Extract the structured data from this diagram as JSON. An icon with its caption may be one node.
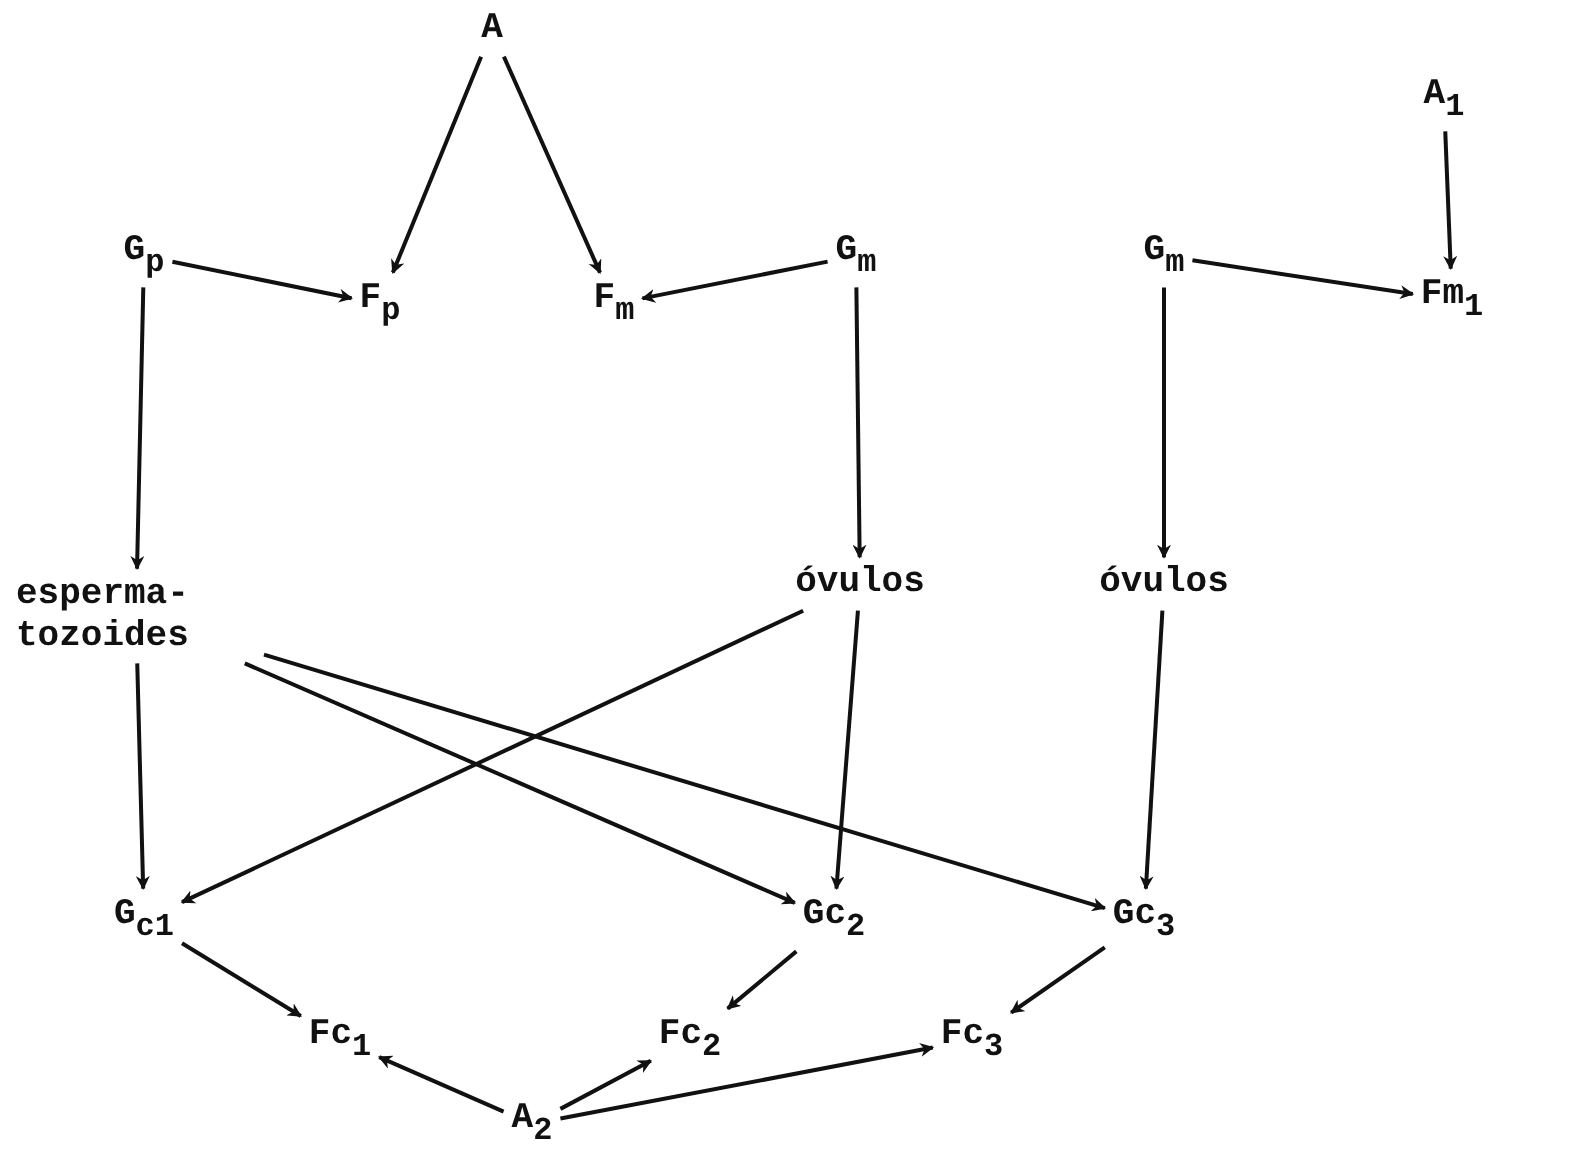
{
  "diagram": {
    "nodes": [
      {
        "text": [
          "A"
        ]
      },
      {
        "text": [
          "G$_{p}$"
        ]
      },
      {
        "text": [
          "F$_{p}$"
        ]
      },
      {
        "text": [
          "F$_{m}$"
        ]
      },
      {
        "text": [
          "G$_{m}$"
        ]
      },
      {
        "text": [
          "G$_{m}$"
        ]
      },
      {
        "text": [
          "A$_{1}$"
        ]
      },
      {
        "text": [
          "Fm$_{1}$"
        ]
      },
      {
        "text": [
          "esperma- tozoides"
        ]
      },
      {
        "text": [
          "óvulos"
        ]
      },
      {
        "text": [
          "óvulos"
        ]
      },
      {
        "text": [
          "G$_{c1}$"
        ]
      },
      {
        "text": [
          "Gc$_{2}$"
        ]
      },
      {
        "text": [
          "Gc$_{3}$"
        ]
      },
      {
        "text": [
          "Fc$_{1}$"
        ]
      },
      {
        "text": [
          "Fc$_{2}$"
        ]
      },
      {
        "text": [
          "Fc$_{3}$"
        ]
      },
      {
        "text": [
          "A$_{2}$"
        ]
      }
    ],
    "edges": [
      {
        "from": 0,
        "to": 2,
        "arrow": "to"
      },
      {
        "from": 0,
        "to": 3,
        "arrow": "to"
      },
      {
        "from": 1,
        "to": 2,
        "arrow": "to"
      },
      {
        "from": 4,
        "to": 3,
        "arrow": "to"
      },
      {
        "from": 6,
        "to": 7,
        "arrow": "to"
      },
      {
        "from": 5,
        "to": 7,
        "arrow": "to"
      },
      {
        "from": 1,
        "to": 8,
        "arrow": "to"
      },
      {
        "from": 4,
        "to": 9,
        "arrow": "to"
      },
      {
        "from": 5,
        "to": 10,
        "arrow": "to"
      },
      {
        "from": 8,
        "to": 11,
        "arrow": "to"
      },
      {
        "from": 8,
        "to": 12,
        "arrow": "to"
      },
      {
        "from": 8,
        "to": 13,
        "arrow": "to"
      },
      {
        "from": 9,
        "to": 11,
        "arrow": "to"
      },
      {
        "from": 9,
        "to": 12,
        "arrow": "to"
      },
      {
        "from": 10,
        "to": 13,
        "arrow": "to"
      },
      {
        "from": 11,
        "to": 14,
        "arrow": "to"
      },
      {
        "from": 12,
        "to": 15,
        "arrow": "to"
      },
      {
        "from": 13,
        "to": 16,
        "arrow": "to"
      },
      {
        "from": 17,
        "to": 14,
        "arrow": "to"
      },
      {
        "from": 17,
        "to": 15,
        "arrow": "to"
      },
      {
        "from": 17,
        "to": 16,
        "arrow": "to"
      }
    ]
  }
}
